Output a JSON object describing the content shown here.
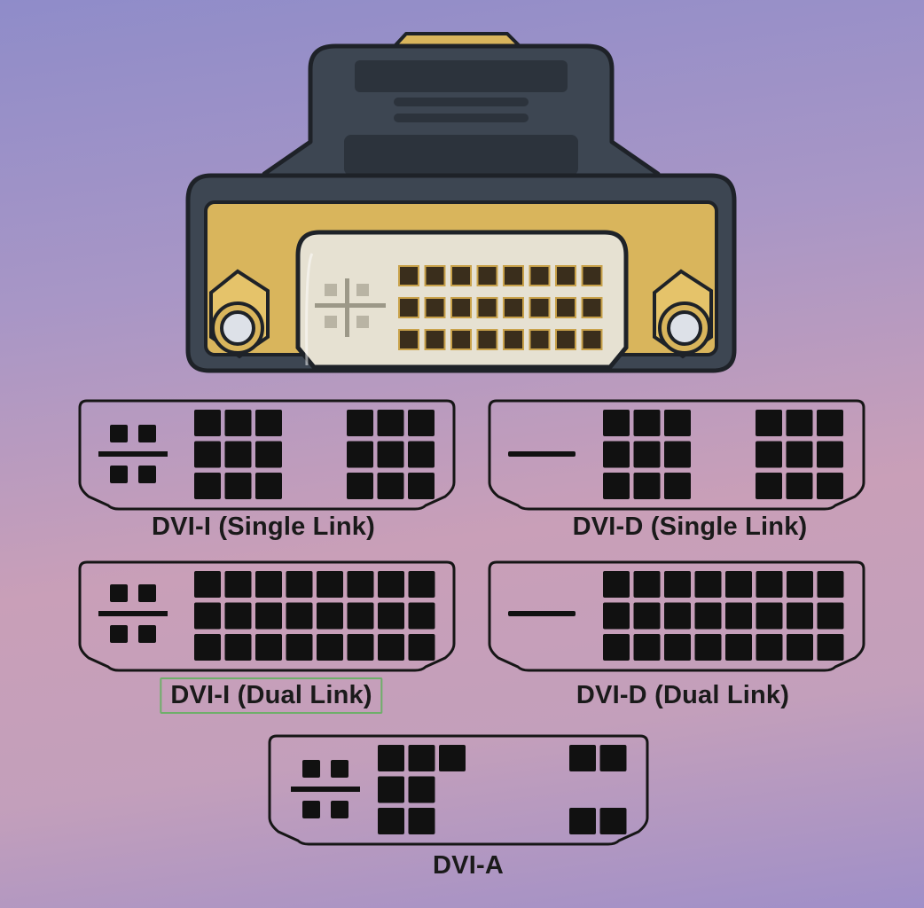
{
  "connectors": [
    {
      "label": "DVI-I (Single Link)"
    },
    {
      "label": "DVI-D (Single Link)"
    },
    {
      "label": "DVI-I (Dual Link)",
      "highlighted": true
    },
    {
      "label": "DVI-D (Dual Link)"
    },
    {
      "label": "DVI-A"
    }
  ],
  "colors": {
    "adapter_body": "#3d4652",
    "adapter_gold": "#d9b55c",
    "adapter_face": "#e6e1d2",
    "pin": "#111111",
    "highlight_border": "#6fae6a"
  }
}
